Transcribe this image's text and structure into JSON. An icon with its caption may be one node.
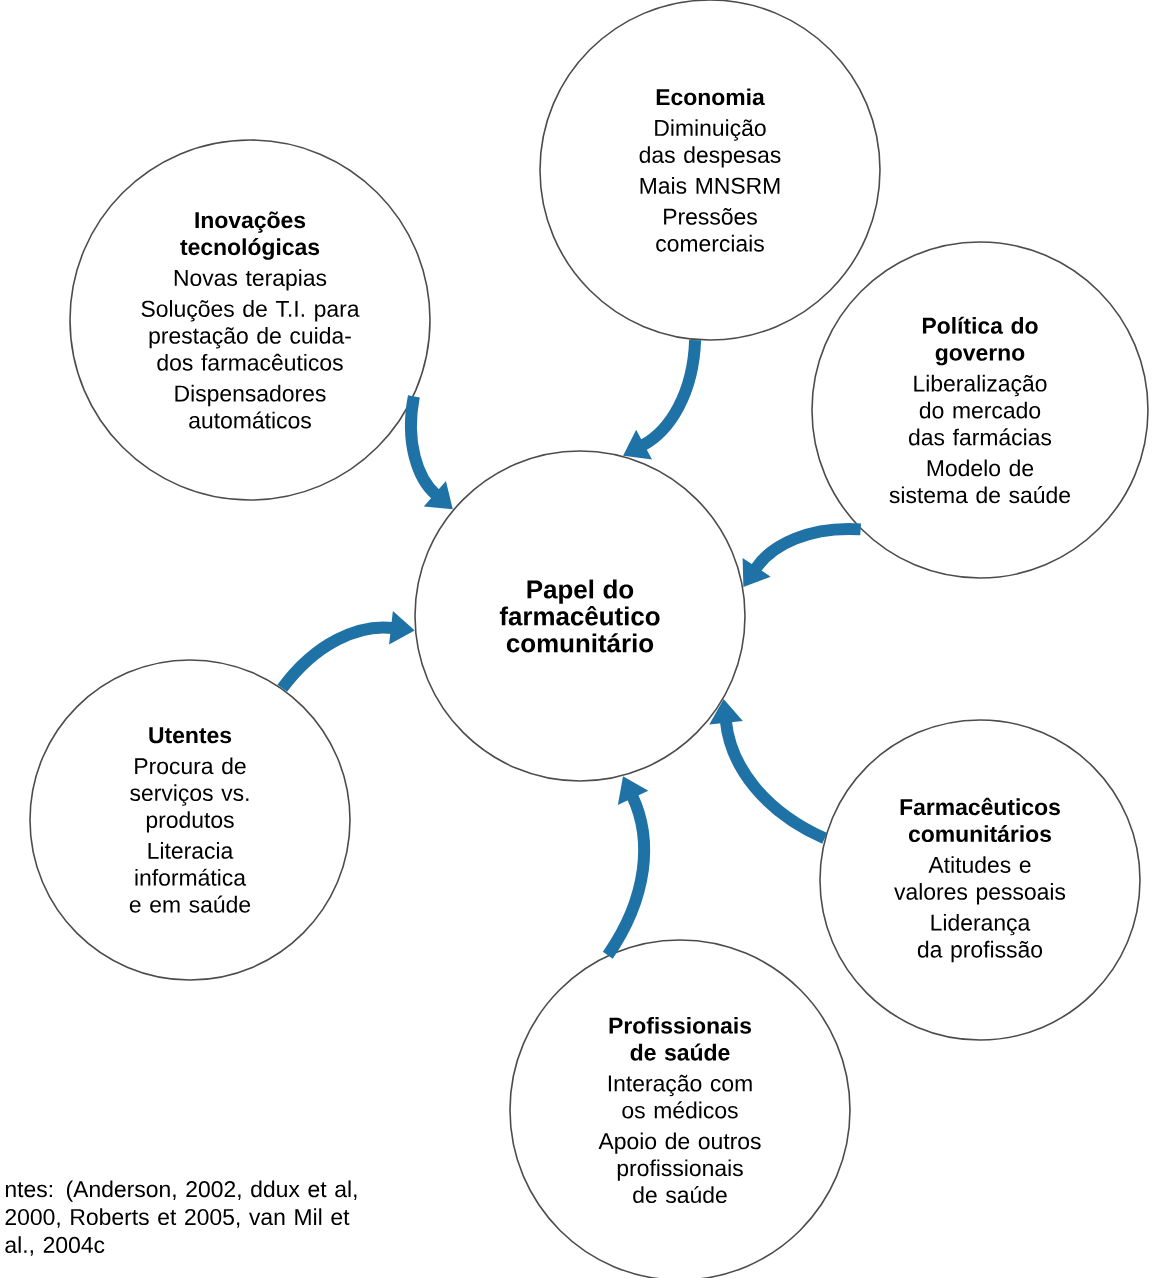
{
  "diagram": {
    "nodes": [
      {
        "text": [
          "Papel do farmacêutico comunitário"
        ]
      },
      {
        "text": [
          "Economia",
          "Diminuição das despesas",
          "Mais MNSRM",
          "Pressões comerciais"
        ]
      },
      {
        "text": [
          "Política do governo",
          "Liberalização do mercado das farmácias",
          "Modelo de sistema de saúde"
        ]
      },
      {
        "text": [
          "Farmacêuticos comunitários",
          "Atitudes e valores pessoais",
          "Liderança da profissão"
        ]
      },
      {
        "text": [
          "Profissionais de saúde",
          "Interação com os médicos",
          "Apoio de outros profissionais de saúde"
        ]
      },
      {
        "text": [
          "Utentes",
          "Procura de serviços vs. produtos",
          "Literacia informática e em saúde"
        ]
      },
      {
        "text": [
          "Inovações tecnológicas",
          "Novas terapias",
          "Soluções de T.I. para prestação de cuida-dos farmacêuticos",
          "Dispensadores automáticos"
        ]
      }
    ],
    "edges": [
      {
        "from": 1,
        "to": 0,
        "arrow": "to"
      },
      {
        "from": 2,
        "to": 0,
        "arrow": "to"
      },
      {
        "from": 3,
        "to": 0,
        "arrow": "to"
      },
      {
        "from": 4,
        "to": 0,
        "arrow": "to"
      },
      {
        "from": 5,
        "to": 0,
        "arrow": "to"
      },
      {
        "from": 6,
        "to": 0,
        "arrow": "to"
      }
    ],
    "labels": [
      "ntes: (Anderson, 2002, ddux et al, 2000, Roberts et 2005, van Mil et al., 2004c"
    ]
  }
}
